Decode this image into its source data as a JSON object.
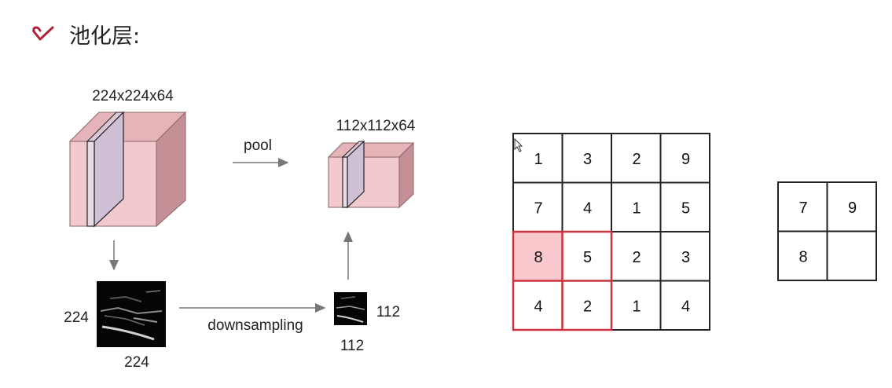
{
  "header": {
    "title": "池化层:",
    "icon": "check-heart-icon",
    "accent_color": "#b0213a"
  },
  "left_diagram": {
    "input_volume_label": "224x224x64",
    "pool_label": "pool",
    "output_volume_label": "112x112x64",
    "input_map_height_label": "224",
    "input_map_width_label": "224",
    "downsampling_label": "downsampling",
    "output_map_height_label": "112",
    "output_map_width_label": "112"
  },
  "input_grid": {
    "rows": [
      [
        "1",
        "3",
        "2",
        "9"
      ],
      [
        "7",
        "4",
        "1",
        "5"
      ],
      [
        "8",
        "5",
        "2",
        "3"
      ],
      [
        "4",
        "2",
        "1",
        "4"
      ]
    ],
    "highlight_color": "#f8c8cc",
    "highlight_border_color": "#c9323f"
  },
  "output_grid": {
    "rows": [
      [
        "7",
        "9"
      ],
      [
        "8",
        ""
      ]
    ]
  }
}
